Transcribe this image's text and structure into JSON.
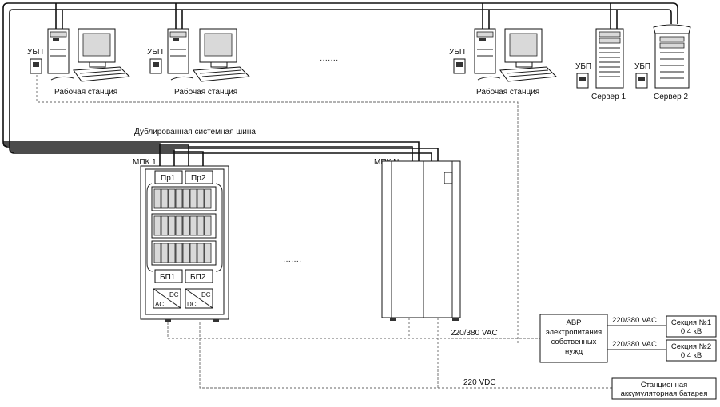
{
  "workstation_label": "Рабочая станция",
  "ups_label": "УБП",
  "server1_label": "Сервер 1",
  "server2_label": "Сервер 2",
  "bus_label": "Дублированная системная шина",
  "mpk1_label": "МПК 1",
  "mpkn_label": "МПК N",
  "proc1": "Пр1",
  "proc2": "Пр2",
  "psu1": "БП1",
  "psu2": "БП2",
  "conv_dc": "DC",
  "conv_ac": "AC",
  "ellipsis": "·······",
  "ac_label": "220/380 VAC",
  "dc_label": "220 VDC",
  "avr_lines": [
    "АВР",
    "электропитания",
    "собственных",
    "нужд"
  ],
  "section1_lines": [
    "Секция №1",
    "0,4 кВ"
  ],
  "section2_lines": [
    "Секция №2",
    "0,4 кВ"
  ],
  "battery_lines": [
    "Станционная",
    "аккумуляторная батарея"
  ]
}
